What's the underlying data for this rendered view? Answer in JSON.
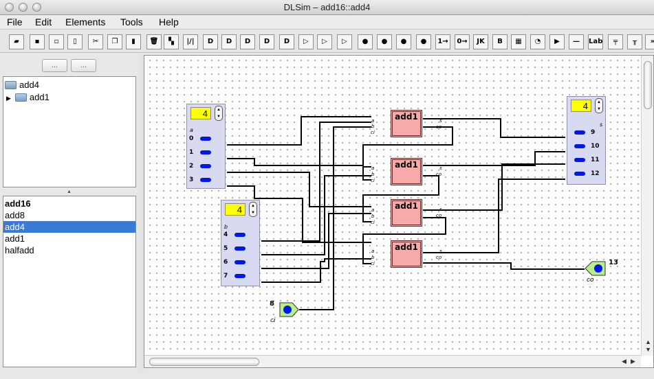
{
  "window": {
    "title": "DLSim – add16::add4"
  },
  "menu": {
    "items": [
      "File",
      "Edit",
      "Elements",
      "Tools",
      "Help"
    ]
  },
  "toolbar": {
    "buttons": [
      {
        "icon": "open-folder-icon",
        "glyph": "▰"
      },
      {
        "icon": "save-icon",
        "glyph": "▪"
      },
      {
        "icon": "new-icon",
        "glyph": "▫"
      },
      {
        "icon": "page-icon",
        "glyph": "▯"
      },
      {
        "icon": "cut-icon",
        "glyph": "✂"
      },
      {
        "icon": "copy-icon",
        "glyph": "❐"
      },
      {
        "icon": "paste-icon",
        "glyph": "▮"
      },
      {
        "icon": "delete-icon",
        "glyph": "🗑"
      },
      {
        "icon": "trash-icon",
        "glyph": "▚"
      },
      {
        "icon": "wire-icon",
        "glyph": "|/|"
      },
      {
        "icon": "and-gate-icon",
        "glyph": "D"
      },
      {
        "icon": "nand-gate-icon",
        "glyph": "D"
      },
      {
        "icon": "or-gate-icon",
        "glyph": "D"
      },
      {
        "icon": "nor-gate-icon",
        "glyph": "D"
      },
      {
        "icon": "xor-gate-icon",
        "glyph": "D"
      },
      {
        "icon": "not-gate-icon",
        "glyph": "▷"
      },
      {
        "icon": "buffer-icon",
        "glyph": "▷"
      },
      {
        "icon": "tristate-icon",
        "glyph": "▷"
      },
      {
        "icon": "input-pin-icon",
        "glyph": "●"
      },
      {
        "icon": "output-pin-icon",
        "glyph": "●"
      },
      {
        "icon": "bidir-pin-icon",
        "glyph": "●"
      },
      {
        "icon": "probe-icon",
        "glyph": "●"
      },
      {
        "icon": "one-constant-icon",
        "glyph": "1→"
      },
      {
        "icon": "zero-constant-icon",
        "glyph": "0→"
      },
      {
        "icon": "jk-flipflop-icon",
        "glyph": "JK"
      },
      {
        "icon": "register-icon",
        "glyph": "B"
      },
      {
        "icon": "bus-icon",
        "glyph": "▦"
      },
      {
        "icon": "clock-icon",
        "glyph": "◔"
      },
      {
        "icon": "pulse-icon",
        "glyph": "▶"
      },
      {
        "icon": "line-icon",
        "glyph": "—"
      },
      {
        "icon": "label-icon",
        "glyph": "Lab"
      },
      {
        "icon": "splitter-icon",
        "glyph": "╤"
      },
      {
        "icon": "ground-icon",
        "glyph": "╥"
      },
      {
        "icon": "more-icon",
        "glyph": "»"
      }
    ]
  },
  "sidebar": {
    "top_buttons": [
      "...",
      "..."
    ],
    "tree": [
      {
        "label": "add4",
        "expanded": true
      },
      {
        "label": "add1",
        "expanded": false
      }
    ],
    "list": [
      {
        "label": "add16",
        "bold": true,
        "selected": false
      },
      {
        "label": "add8",
        "bold": false,
        "selected": false
      },
      {
        "label": "add4",
        "bold": false,
        "selected": true
      },
      {
        "label": "add1",
        "bold": false,
        "selected": false
      },
      {
        "label": "halfadd",
        "bold": false,
        "selected": false
      }
    ]
  },
  "circuit": {
    "input_a": {
      "value": "4",
      "name": "a",
      "pins": [
        "0",
        "1",
        "2",
        "3"
      ]
    },
    "input_b": {
      "value": "4",
      "name": "b",
      "pins": [
        "4",
        "5",
        "6",
        "7"
      ]
    },
    "output_s": {
      "value": "4",
      "name": "s",
      "pins": [
        "9",
        "10",
        "11",
        "12"
      ]
    },
    "gates": [
      {
        "label": "add1",
        "pins": [
          "a",
          "b",
          "ci",
          "s",
          "co"
        ]
      },
      {
        "label": "add1",
        "pins": [
          "a",
          "b",
          "ci",
          "s",
          "co"
        ]
      },
      {
        "label": "add1",
        "pins": [
          "a",
          "b",
          "ci",
          "s",
          "co"
        ]
      },
      {
        "label": "add1",
        "pins": [
          "a",
          "b",
          "ci",
          "s",
          "co"
        ]
      }
    ],
    "ci_terminal": {
      "number": "8",
      "name": "ci"
    },
    "co_terminal": {
      "number": "13",
      "name": "co"
    }
  },
  "colors": {
    "gate_fill": "#f7aaaa",
    "io_fill": "#d8daf2",
    "value_fill": "#ffff00",
    "led": "#0018e6",
    "terminal_fill": "#b7f08a",
    "selection": "#3a79d6"
  }
}
